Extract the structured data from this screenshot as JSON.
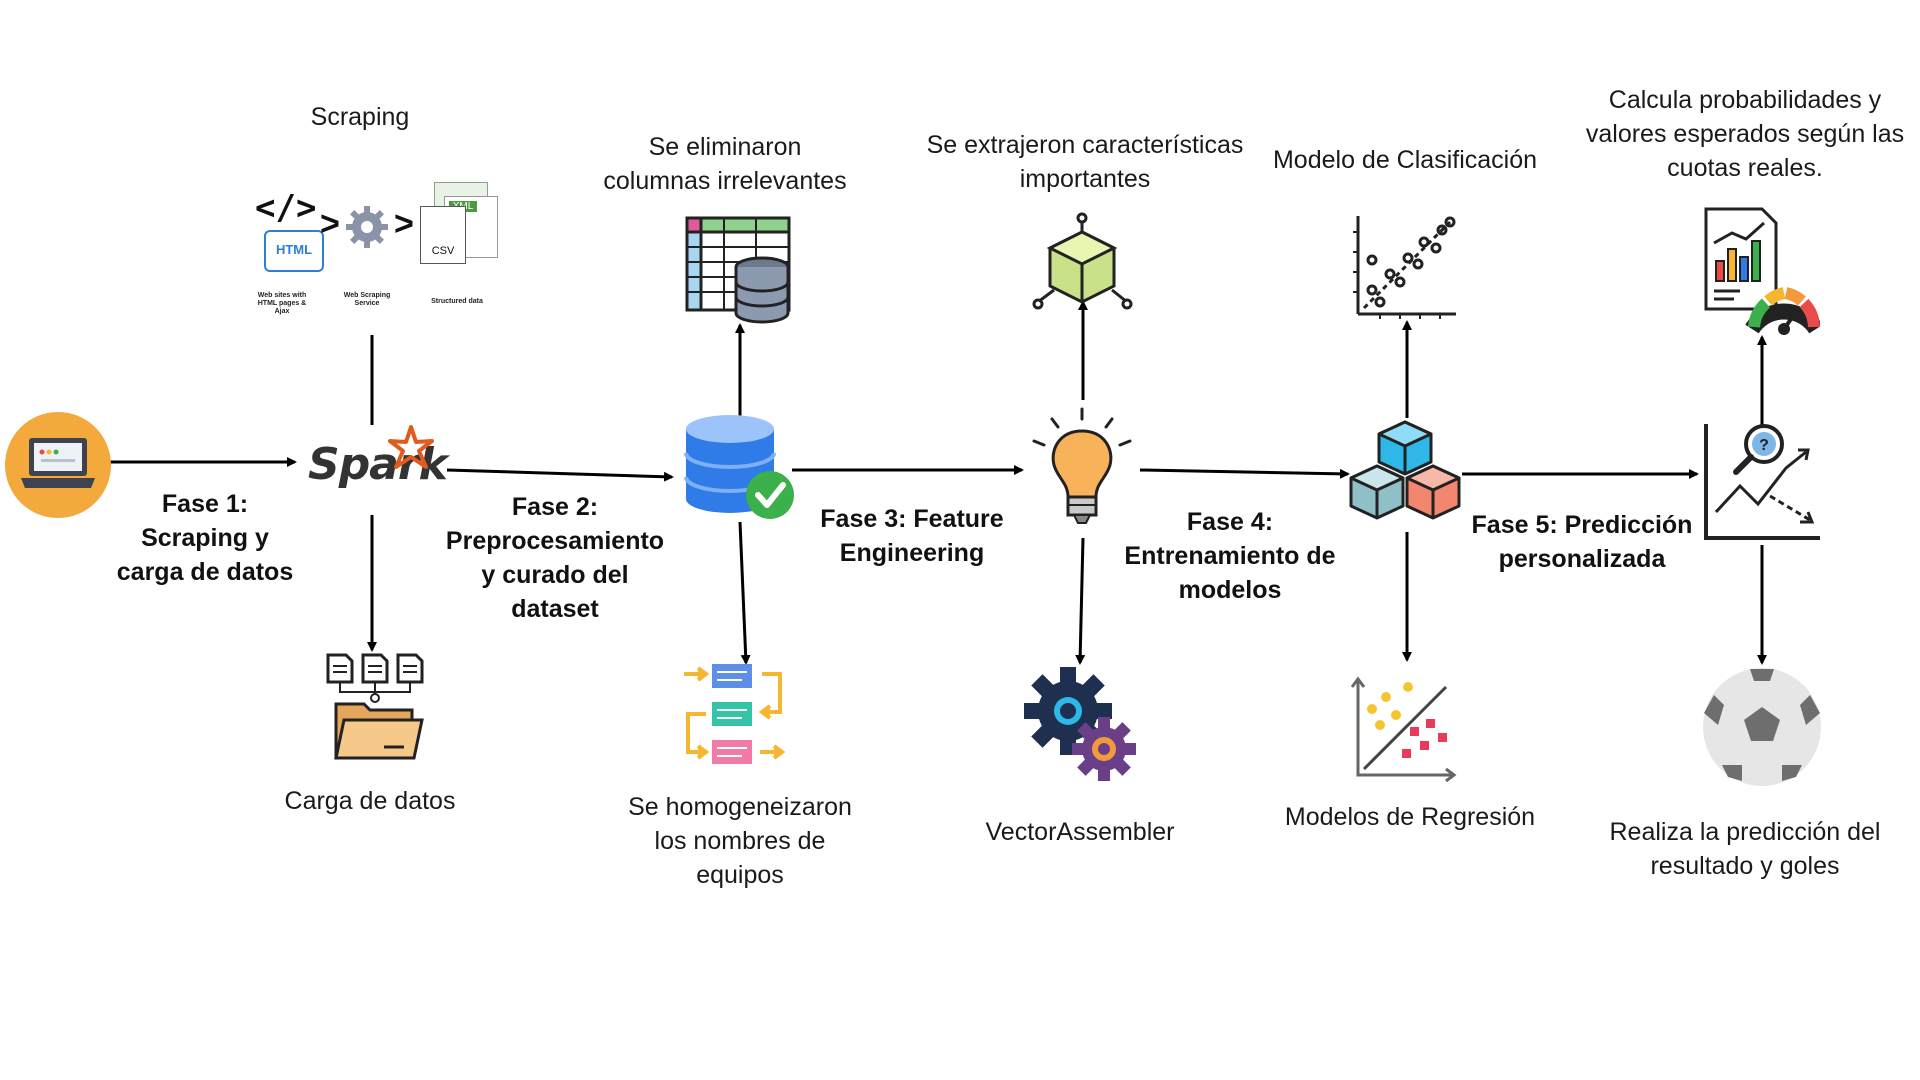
{
  "phases": {
    "p1": [
      "Fase 1:",
      "Scraping y",
      "carga de datos"
    ],
    "p2": [
      "Fase 2:",
      "Preprocesamiento",
      "y curado del",
      "dataset"
    ],
    "p3": [
      "Fase 3: Feature",
      "Engineering"
    ],
    "p4": [
      "Fase 4:",
      "Entrenamiento de",
      "modelos"
    ],
    "p5": [
      "Fase 5: Predicción",
      "personalizada"
    ]
  },
  "labels": {
    "scraping": "Scraping",
    "carga": "Carga de datos",
    "eliminaron": [
      "Se eliminaron",
      "columnas irrelevantes"
    ],
    "homogeneizaron": [
      "Se homogeneizaron",
      "los nombres de",
      "equipos"
    ],
    "extrajeron": [
      "Se extrajeron características",
      "importantes"
    ],
    "vectorassembler": "VectorAssembler",
    "clasificacion": "Modelo de Clasificación",
    "regresion": "Modelos de Regresión",
    "calcula": [
      "Calcula probabilidades y",
      "valores esperados según las",
      "cuotas reales."
    ],
    "realiza": [
      "Realiza la predicción del",
      "resultado y goles"
    ]
  },
  "scraping_icon": {
    "html_tag": "</>",
    "html_badge": "HTML",
    "xml_badge": "XML",
    "csv_badge": "CSV",
    "caption_web": "Web sites with HTML pages & Ajax",
    "caption_service": "Web Scraping Service",
    "caption_structured": "Structured data"
  },
  "spark_logo": "Spark",
  "colors": {
    "laptop_circle": "#f4a93c",
    "database_blue": "#2f7be8",
    "check_green": "#3cb04a",
    "spark_orange": "#e25a1c",
    "arrow": "#000000"
  }
}
